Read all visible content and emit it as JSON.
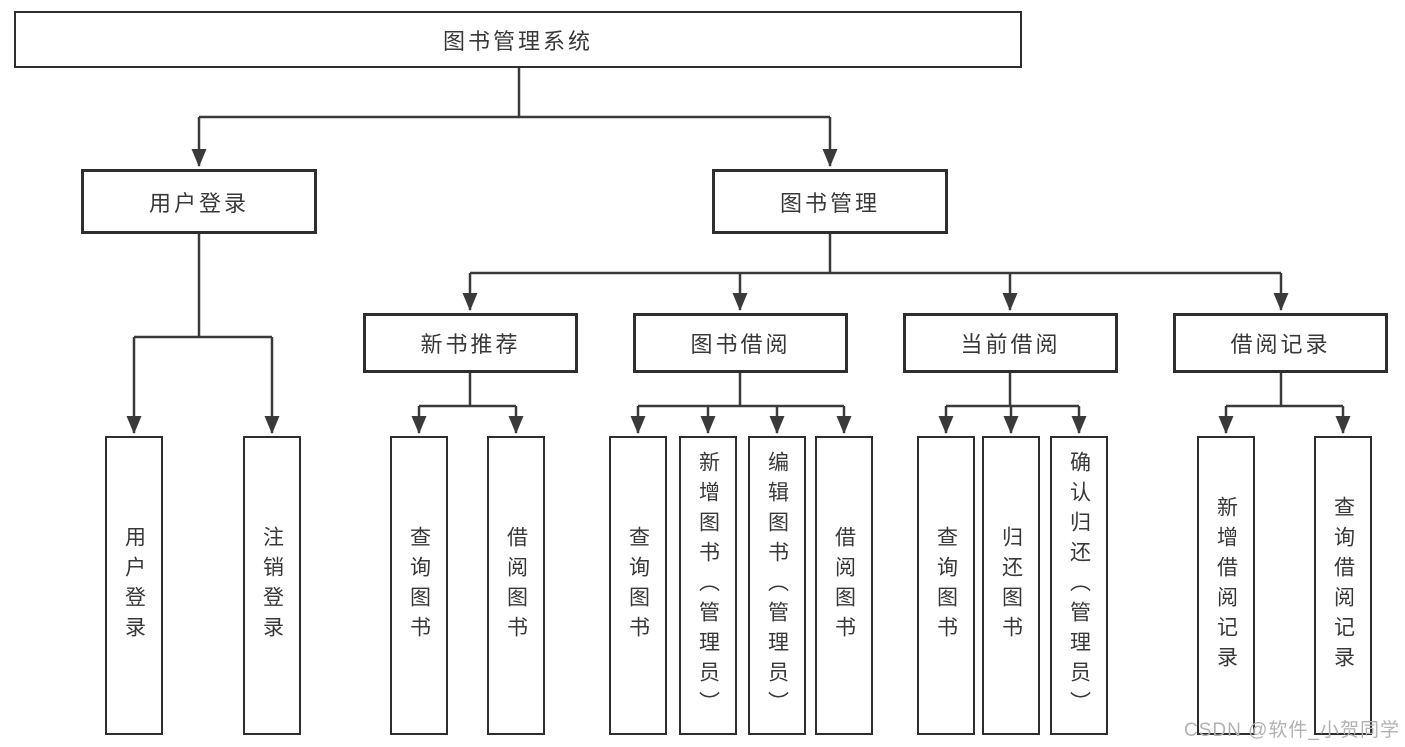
{
  "diagram": {
    "root": {
      "label": "图书管理系统"
    },
    "level2": {
      "user_login": {
        "label": "用户登录"
      },
      "book_management": {
        "label": "图书管理"
      }
    },
    "level3": {
      "new_book_recommend": {
        "label": "新书推荐"
      },
      "book_borrowing": {
        "label": "图书借阅"
      },
      "current_borrowing": {
        "label": "当前借阅"
      },
      "borrowing_records": {
        "label": "借阅记录"
      }
    },
    "leaves": {
      "user_login": {
        "label": "用户登录"
      },
      "logout": {
        "label": "注销登录"
      },
      "recommend_query_books": {
        "label": "查询图书"
      },
      "recommend_borrow_books": {
        "label": "借阅图书"
      },
      "borrowing_query_books": {
        "label": "查询图书"
      },
      "borrowing_add_books": {
        "label": "新增图书（管理员）"
      },
      "borrowing_edit_books": {
        "label": "编辑图书（管理员）"
      },
      "borrowing_borrow_books": {
        "label": "借阅图书"
      },
      "current_query_books": {
        "label": "查询图书"
      },
      "current_return_books": {
        "label": "归还图书"
      },
      "current_confirm_return": {
        "label": "确认归还（管理员）"
      },
      "records_add_record": {
        "label": "新增借阅记录"
      },
      "records_query_record": {
        "label": "查询借阅记录"
      }
    }
  },
  "watermark": {
    "text": "CSDN @软件_小贺同学"
  },
  "colors": {
    "line": "#3a3a3a",
    "border": "#2e2e2e",
    "text": "#383838",
    "watermark": "#b2b2b2",
    "background": "#ffffff"
  }
}
